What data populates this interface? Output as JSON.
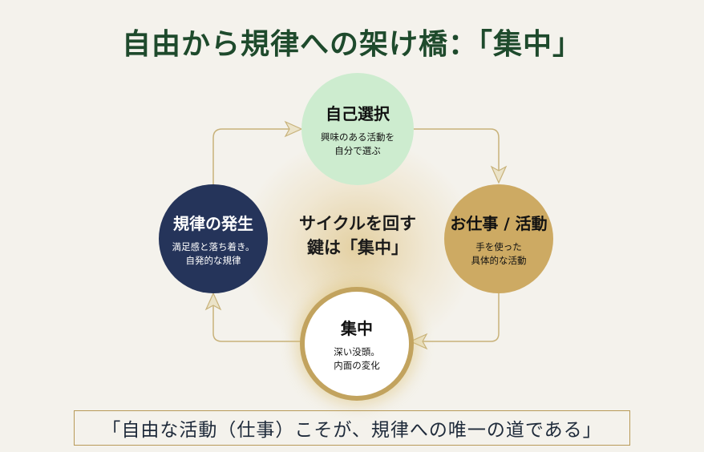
{
  "title": "自由から規律への架け橋：「集中」",
  "nodes": {
    "top": {
      "heading": "自己選択",
      "line1": "興味のある活動を",
      "line2": "自分で選ぶ"
    },
    "right": {
      "heading": "お仕事 / 活動",
      "line1": "手を使った",
      "line2": "具体的な活動"
    },
    "bottom": {
      "heading": "集中",
      "line1": "深い没頭。",
      "line2": "内面の変化"
    },
    "left": {
      "heading": "規律の発生",
      "line1": "満足感と落ち着き。",
      "line2": "自発的な規律"
    }
  },
  "center": {
    "line1": "サイクルを回す",
    "line2": "鍵は「集中」"
  },
  "banner": "「自由な活動（仕事）こそが、規律への唯一の道である」",
  "colors": {
    "title": "#1e4a2c",
    "line": "#c8b27a",
    "navy": "#25345a",
    "mint": "#cdeccf",
    "gold": "#cdaa63"
  }
}
